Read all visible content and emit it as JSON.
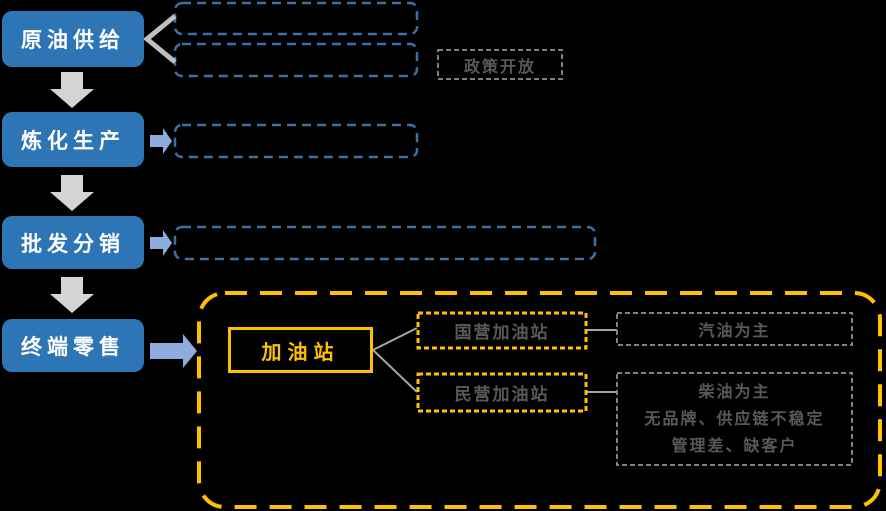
{
  "colors": {
    "background": "#000000",
    "stage_blue": "#2E75B6",
    "white_text": "#FFFFFF",
    "flow_arrow_gray": "#D4D4D4",
    "fork_gray": "#BFBFBF",
    "connector_gray": "#A6A6A6",
    "blue_arrow": "#8FAADC",
    "dash_blue": "#3B70A8",
    "dash_gray": "#7F7F7F",
    "gray_text": "#595959",
    "yellow": "#FFC000"
  },
  "stages": [
    {
      "label": "原油供给"
    },
    {
      "label": "炼化生产"
    },
    {
      "label": "批发分销"
    },
    {
      "label": "终端零售"
    }
  ],
  "policy_note": {
    "label": "政策开放"
  },
  "retail_panel": {
    "station": {
      "label": "加油站"
    },
    "types": [
      {
        "label": "国营加油站",
        "details": [
          "汽油为主"
        ]
      },
      {
        "label": "民营加油站",
        "details": [
          "柴油为主",
          "无品牌、供应链不稳定",
          "管理差、缺客户"
        ]
      }
    ]
  }
}
